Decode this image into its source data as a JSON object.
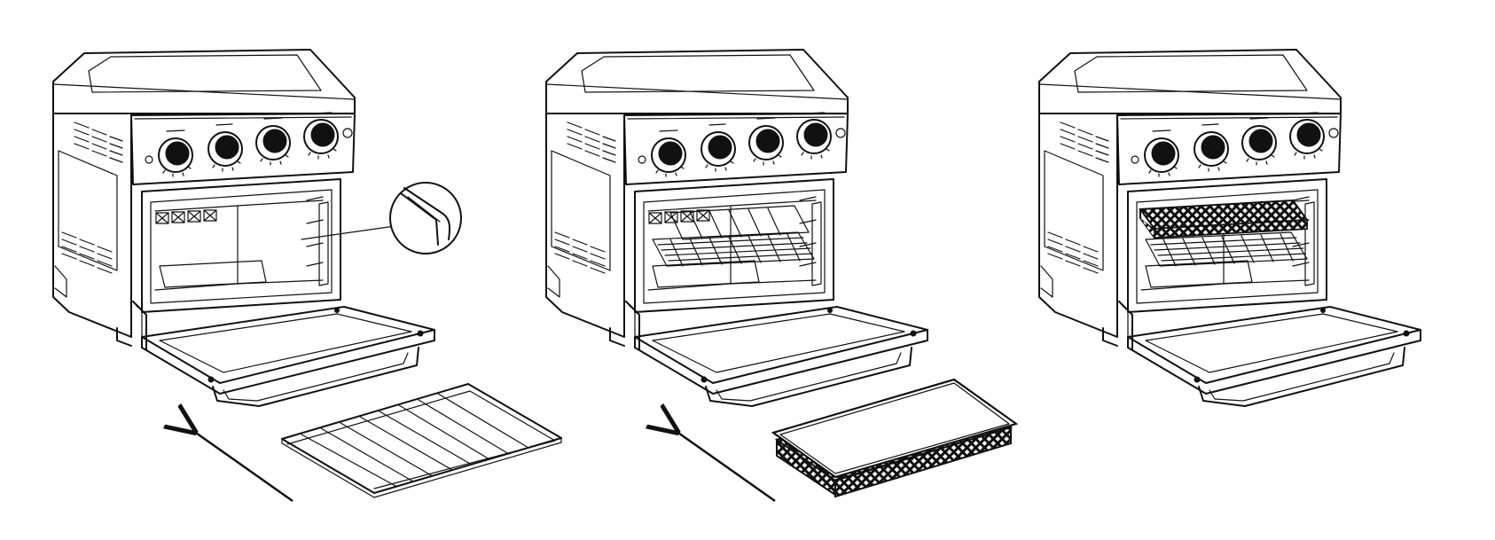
{
  "figure": {
    "panels": [
      {
        "id": "oven-rack-step",
        "accessory": "wire-rack",
        "inserted": "none",
        "shows_detail_callout": true
      },
      {
        "id": "oven-basket-step",
        "accessory": "air-fry-basket",
        "inserted": "wire-rack",
        "shows_detail_callout": false
      },
      {
        "id": "oven-complete",
        "accessory": "none",
        "inserted": "wire-rack-and-air-fry-basket",
        "shows_detail_callout": false
      }
    ],
    "knob_count": 4,
    "colors": {
      "line": "#111111",
      "background": "#ffffff"
    },
    "icons": [
      "arrow-insert-icon",
      "knob-icon",
      "detail-callout-icon"
    ]
  }
}
